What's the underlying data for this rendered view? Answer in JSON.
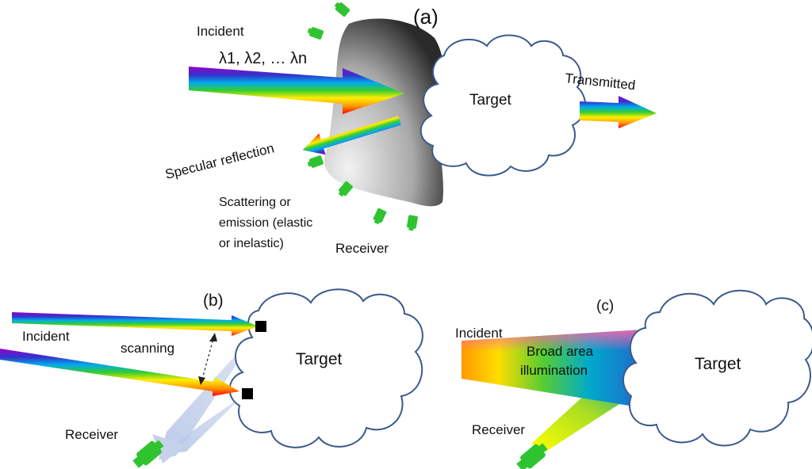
{
  "panel_a": {
    "tag": "(a)",
    "incident_label": "Incident",
    "wavelengths": "λ1, λ2, … λn",
    "target_label": "Target",
    "transmitted_label": "Transmitted",
    "specular_label": "Specular reflection",
    "scattering_lines": [
      "Scattering or",
      "emission (elastic",
      "or inelastic)"
    ],
    "receiver_label": "Receiver"
  },
  "panel_b": {
    "tag": "(b)",
    "incident_label": "Incident",
    "scanning_label": "scanning",
    "target_label": "Target",
    "receiver_label": "Receiver"
  },
  "panel_c": {
    "tag": "(c)",
    "incident_label": "Incident",
    "illumination_lines": [
      "Broad area",
      "illumination"
    ],
    "target_label": "Target",
    "receiver_label": "Receiver"
  },
  "colors": {
    "cloud_stroke": "#3b5a8c",
    "receiver_green": "#2fc42f",
    "beam_gradient": [
      "#ff0000",
      "#ff9900",
      "#ffee00",
      "#33cc33",
      "#00aaee",
      "#3333cc",
      "#9900cc"
    ]
  }
}
